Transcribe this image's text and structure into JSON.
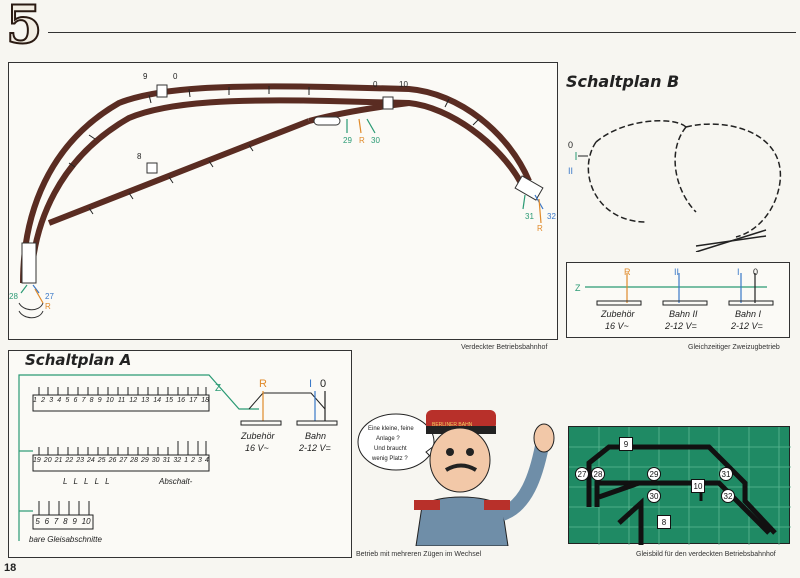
{
  "page": {
    "chapter_number": "5",
    "page_number": "18"
  },
  "top_panel": {
    "caption": "Verdeckter Betriebsbahnhof",
    "labels": {
      "top_left_pair": "9",
      "top_left_zero": "0",
      "top_right_zero": "0",
      "top_right_pair": "10",
      "mid_8": "8",
      "mid_29": "29",
      "mid_R": "R",
      "mid_30": "30",
      "right_31": "31",
      "right_32": "32",
      "right_R": "R",
      "left_28": "28",
      "left_27": "27",
      "left_R": "R"
    }
  },
  "schaltplan_b": {
    "title": "Schaltplan  B",
    "label_zero": "0",
    "label_II": "II",
    "caption": "Gleichzeitiger Zweizugbetrieb",
    "wiring": {
      "z": "Z",
      "r": "R",
      "ii": "II",
      "i": "I",
      "zero": "0",
      "box1_line1": "Zubehör",
      "box1_line2": "16 V~",
      "box2_line1": "Bahn II",
      "box2_line2": "2-12 V=",
      "box3_line1": "Bahn I",
      "box3_line2": "2-12 V="
    }
  },
  "schaltplan_a": {
    "title": "Schaltplan   A",
    "z": "Z",
    "r": "R",
    "i": "I",
    "zero": "0",
    "box1_line1": "Zubehör",
    "box1_line2": "16 V~",
    "box2_line1": "Bahn",
    "box2_line2": "2-12 V=",
    "row1": [
      "1",
      "2",
      "3",
      "4",
      "5",
      "6",
      "7",
      "8",
      "9",
      "10",
      "11",
      "12",
      "13",
      "14",
      "15",
      "16",
      "17",
      "18"
    ],
    "row2": [
      "19",
      "20",
      "21",
      "22",
      "23",
      "24",
      "25",
      "26",
      "27",
      "28",
      "29",
      "30",
      "31",
      "32",
      "1",
      "2",
      "3",
      "4"
    ],
    "row2_letters": "L L L L L",
    "abschalt": "Abschalt-",
    "row3": [
      "5",
      "6",
      "7",
      "8",
      "9",
      "10"
    ],
    "row3_label": "bare Gleisabschnitte"
  },
  "cartoon": {
    "speech": [
      "Eine kleine, feine",
      "Anlage ?",
      "Und braucht",
      "wenig Platz ?"
    ],
    "hat_text": "BERLINER BAHN",
    "caption": "Betrieb mit mehreren Zügen im Wechsel"
  },
  "gleisbild": {
    "caption": "Gleisbild für den verdeckten Betriebsbahnhof",
    "labels": [
      "9",
      "27",
      "28",
      "29",
      "31",
      "10",
      "30",
      "32",
      "8"
    ],
    "colors": {
      "panel": "#1f8a64",
      "track": "#111111"
    }
  },
  "colors": {
    "track_brown": "#5a2c22",
    "wire_green": "#2a9a74",
    "wire_orange": "#e08a2a",
    "wire_blue": "#3a78c8"
  }
}
